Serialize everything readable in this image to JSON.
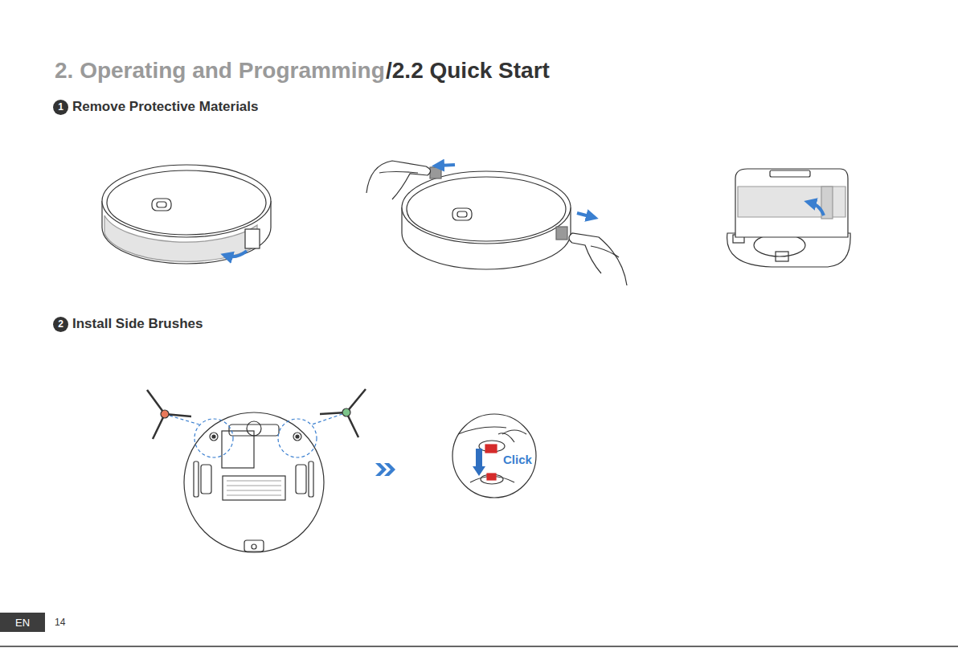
{
  "diagram": {
    "title": "2. Operating and Programming",
    "nodes": [
      {
        "text": [
          "1",
          "Remove Protective Materials"
        ]
      },
      {
        "text": [
          "2",
          "Install Side Brushes"
        ]
      },
      {
        "text": [
          "EN"
        ]
      }
    ],
    "labels": [
      "/2.2 Quick Start",
      "Click",
      "14"
    ]
  }
}
